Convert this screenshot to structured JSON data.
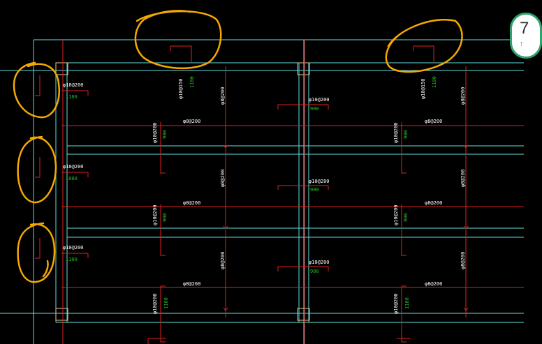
{
  "drawing": {
    "labels": {
      "top_slab_left": "φ10@200",
      "top_slab_left_len": "1100",
      "mid_slab_left": "φ10@200",
      "mid_slab_left_len": "1000",
      "bot_slab_left": "φ10@200",
      "bot_slab_left_len": "1100",
      "top_beam1": "φ10@150",
      "top_beam1_len": "1100",
      "top_beam2": "φ10@150",
      "top_beam2_len": "1100",
      "v1": "φ8@200",
      "v2": "φ8@200",
      "v3": "φ8@200",
      "v4": "φ8@200",
      "v5": "φ8@200",
      "v6": "φ8@200",
      "h_a": "φ10@200",
      "h_a_len": "900",
      "h_b": "φ10@200",
      "h_b_len": "900",
      "h_c": "φ10@200",
      "h_c_len": "900",
      "h_d": "φ8@200",
      "h_e": "φ8@200",
      "h_f": "φ8@200",
      "h_g": "φ8@200",
      "h_h": "φ8@200",
      "h_i": "φ8@200",
      "va1": "φ10@200",
      "va1_len": "900",
      "va2": "φ10@200",
      "va2_len": "900",
      "va3": "φ10@200",
      "va3_len": "900",
      "va4": "φ10@200",
      "va4_len": "900",
      "vb1": "φ10@200",
      "vb1_len": "1100",
      "vb2": "φ10@200",
      "vb2_len": "1100"
    },
    "colors": {
      "background": "#000000",
      "axis": "#5fe0e0",
      "rebar": "#e02020",
      "text": "#ffffff",
      "length_text": "#22c022",
      "highlight": "#f5a800",
      "column": "#c8a878"
    }
  },
  "badge": {
    "number": "7",
    "arrow": "↑"
  }
}
